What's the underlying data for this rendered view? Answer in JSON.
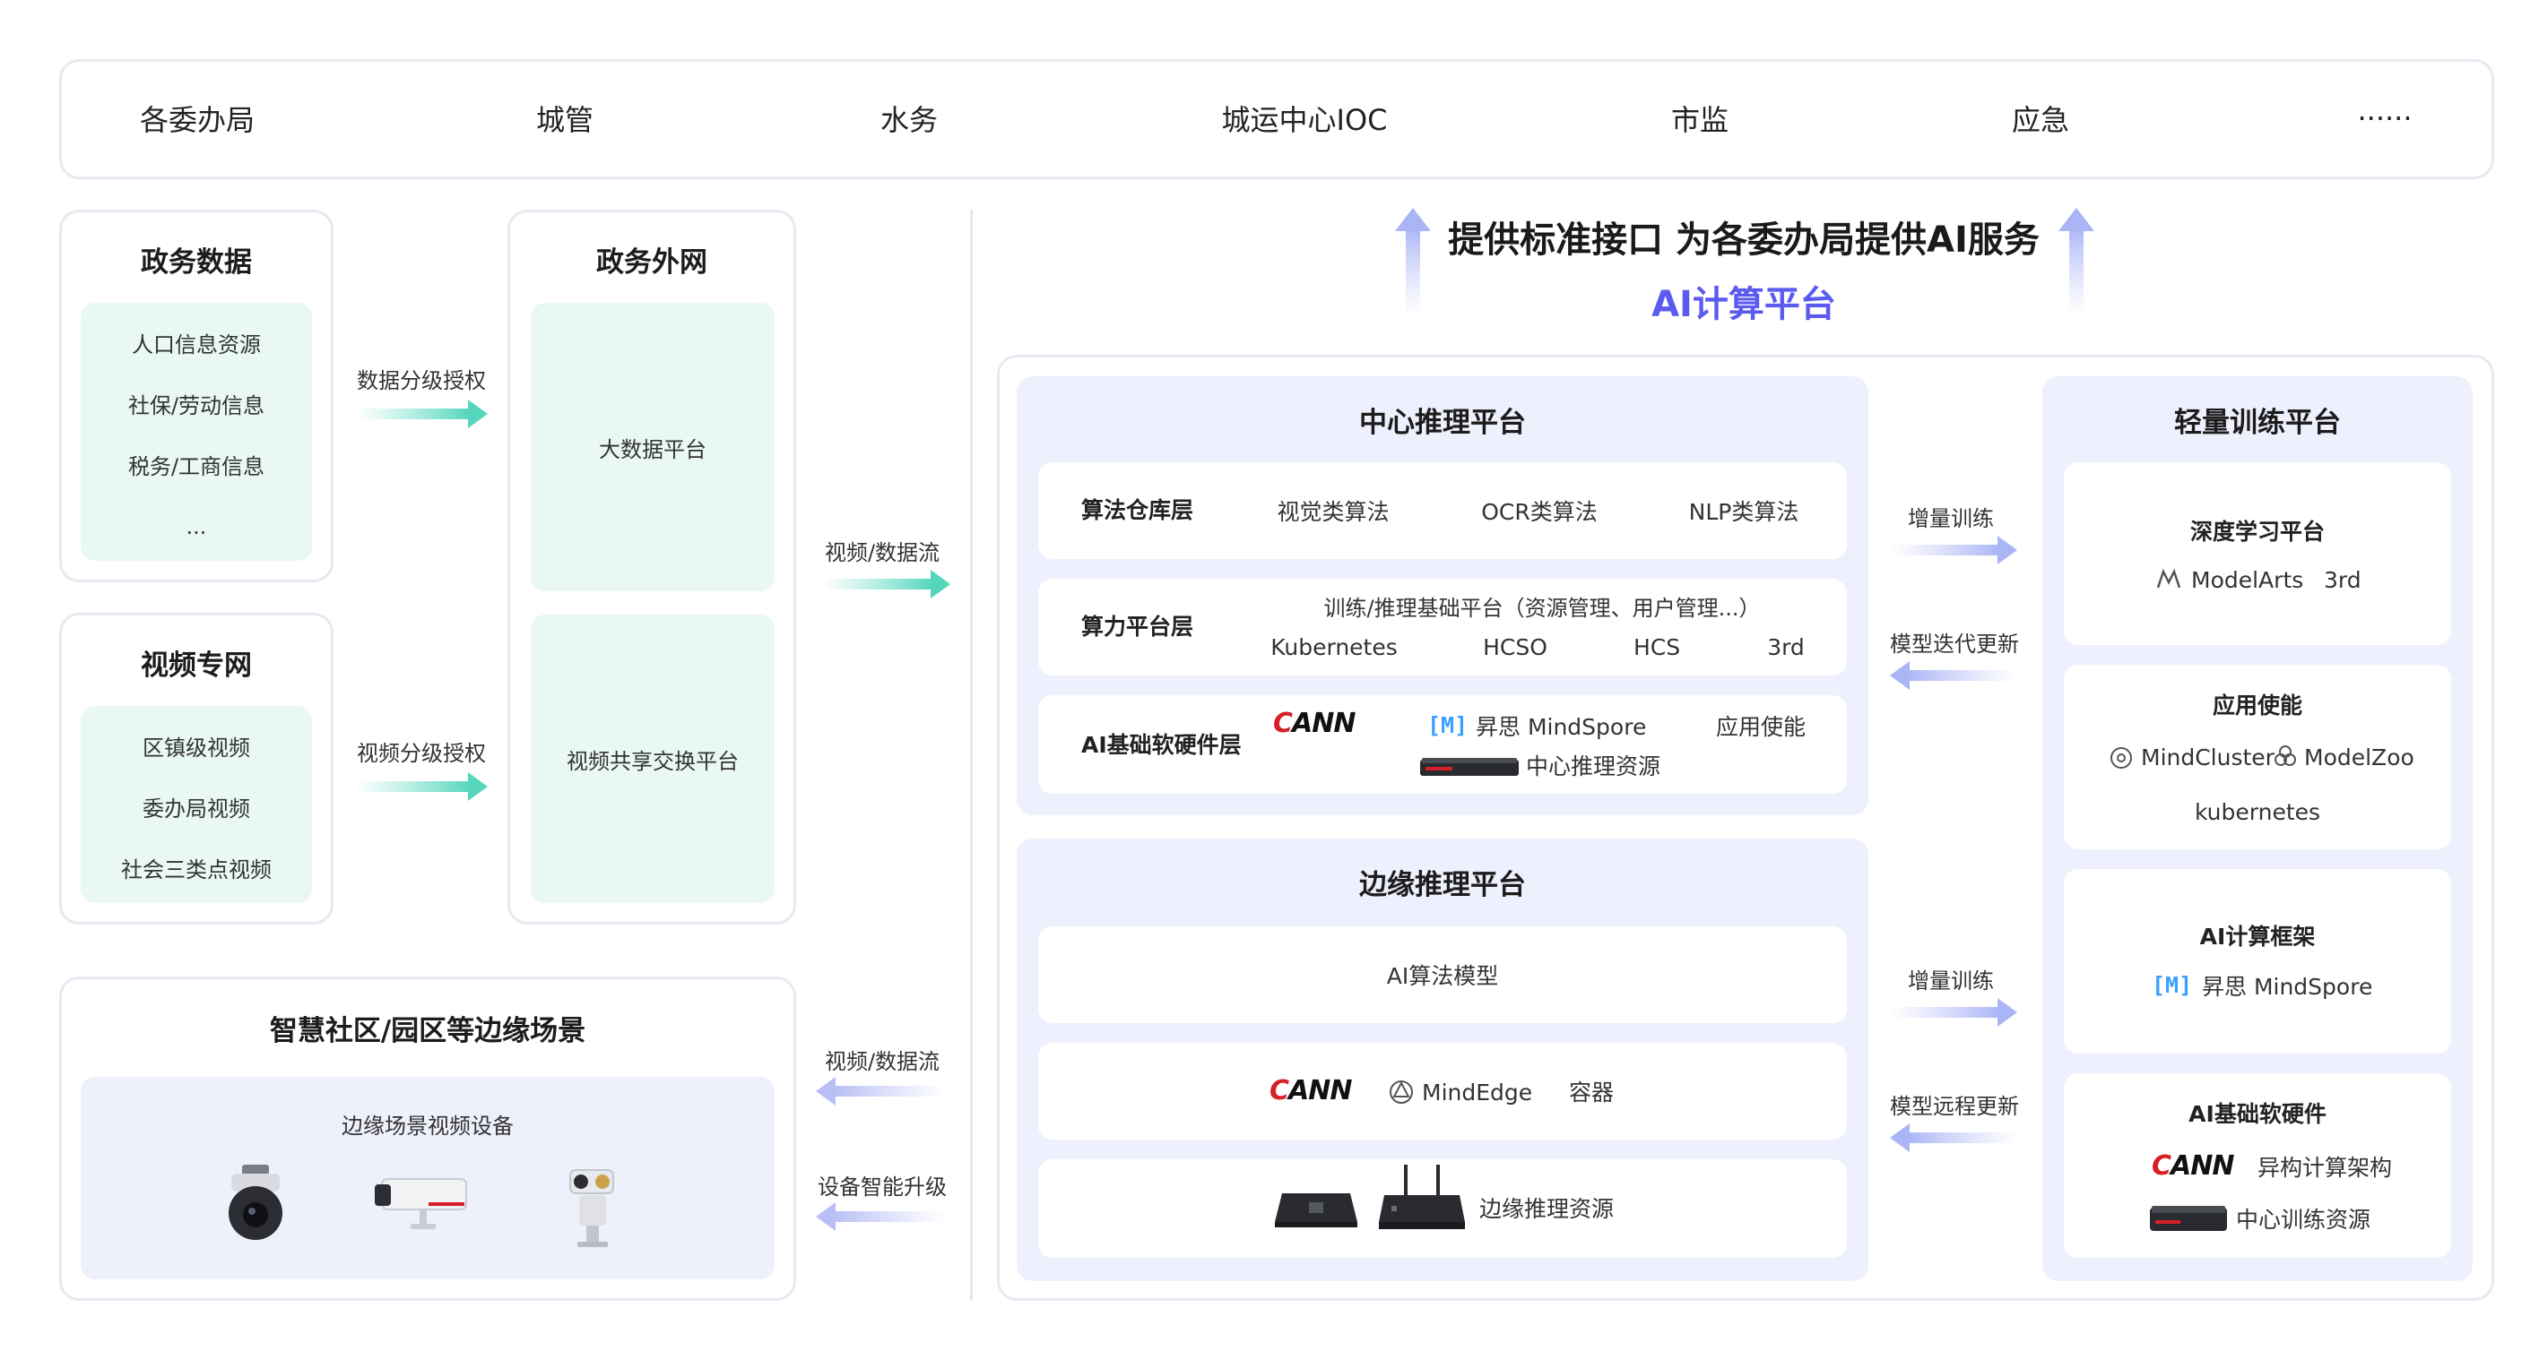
{
  "topbar": {
    "items": [
      "各委办局",
      "城管",
      "水务",
      "城运中心IOC",
      "市监",
      "应急",
      "······"
    ]
  },
  "left": {
    "gov_data": {
      "title": "政务数据",
      "items": [
        "人口信息资源",
        "社保/劳动信息",
        "税务/工商信息",
        "..."
      ]
    },
    "video_net": {
      "title": "视频专网",
      "items": [
        "区镇级视频",
        "委办局视频",
        "社会三类点视频"
      ]
    },
    "auth_data": "数据分级授权",
    "auth_video": "视频分级授权",
    "gov_extranet": {
      "title": "政务外网",
      "bigdata": "大数据平台",
      "video_share": "视频共享交换平台"
    },
    "flow_top": "视频/数据流",
    "edge_scene": {
      "title": "智慧社区/园区等边缘场景",
      "device_label": "边缘场景视频设备"
    },
    "flow_bottom": "视频/数据流",
    "upgrade": "设备智能升级"
  },
  "header": {
    "title": "提供标准接口 为各委办局提供AI服务",
    "subtitle": "AI计算平台"
  },
  "center": {
    "title": "中心推理平台",
    "algo": {
      "label": "算法仓库层",
      "items": [
        "视觉类算法",
        "OCR类算法",
        "NLP类算法"
      ]
    },
    "compute": {
      "label": "算力平台层",
      "top": "训练/推理基础平台（资源管理、用户管理...）",
      "items": [
        "Kubernetes",
        "HCSO",
        "HCS",
        "3rd"
      ]
    },
    "hw": {
      "label": "AI基础软硬件层",
      "cann": "CANN",
      "mindspore": "昇思 MindSpore",
      "enable": "应用使能",
      "resource": "中心推理资源"
    }
  },
  "edge": {
    "title": "边缘推理平台",
    "model": "AI算法模型",
    "cann": "CANN",
    "mindedge": "MindEdge",
    "container": "容器",
    "resource": "边缘推理资源"
  },
  "middle_arrows": {
    "inc1": "增量训练",
    "iter": "模型迭代更新",
    "inc2": "增量训练",
    "remote": "模型远程更新"
  },
  "train": {
    "title": "轻量训练平台",
    "dl": {
      "title": "深度学习平台",
      "modelarts": "ModelArts",
      "third": "3rd"
    },
    "enable": {
      "title": "应用使能",
      "mindcluster": "MindCluster",
      "modelzoo": "ModelZoo",
      "k8s": "kubernetes"
    },
    "framework": {
      "title": "AI计算框架",
      "mindspore": "昇思 MindSpore"
    },
    "hw": {
      "title": "AI基础软硬件",
      "cann": "CANN",
      "arch": "异构计算架构",
      "resource": "中心训练资源"
    }
  },
  "colors": {
    "accent_blue": "#5b5bf0",
    "mint": "#e9f8f4",
    "lavender": "#eef1fd",
    "cann_red": "#d61f26"
  }
}
